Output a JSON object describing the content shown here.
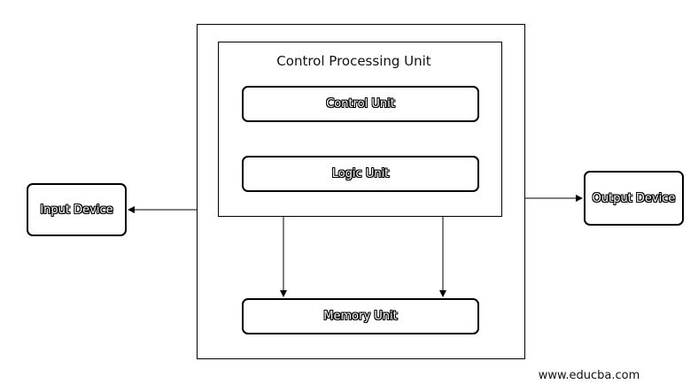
{
  "diagram": {
    "cpu_title": "Control Processing Unit",
    "control_unit": "Control Unit",
    "logic_unit": "Logic Unit",
    "memory_unit": "Memory Unit",
    "input_device": "Input Device",
    "output_device": "Output Device"
  },
  "watermark": "www.educba.com",
  "colors": {
    "line": "#000000",
    "background": "#ffffff"
  }
}
